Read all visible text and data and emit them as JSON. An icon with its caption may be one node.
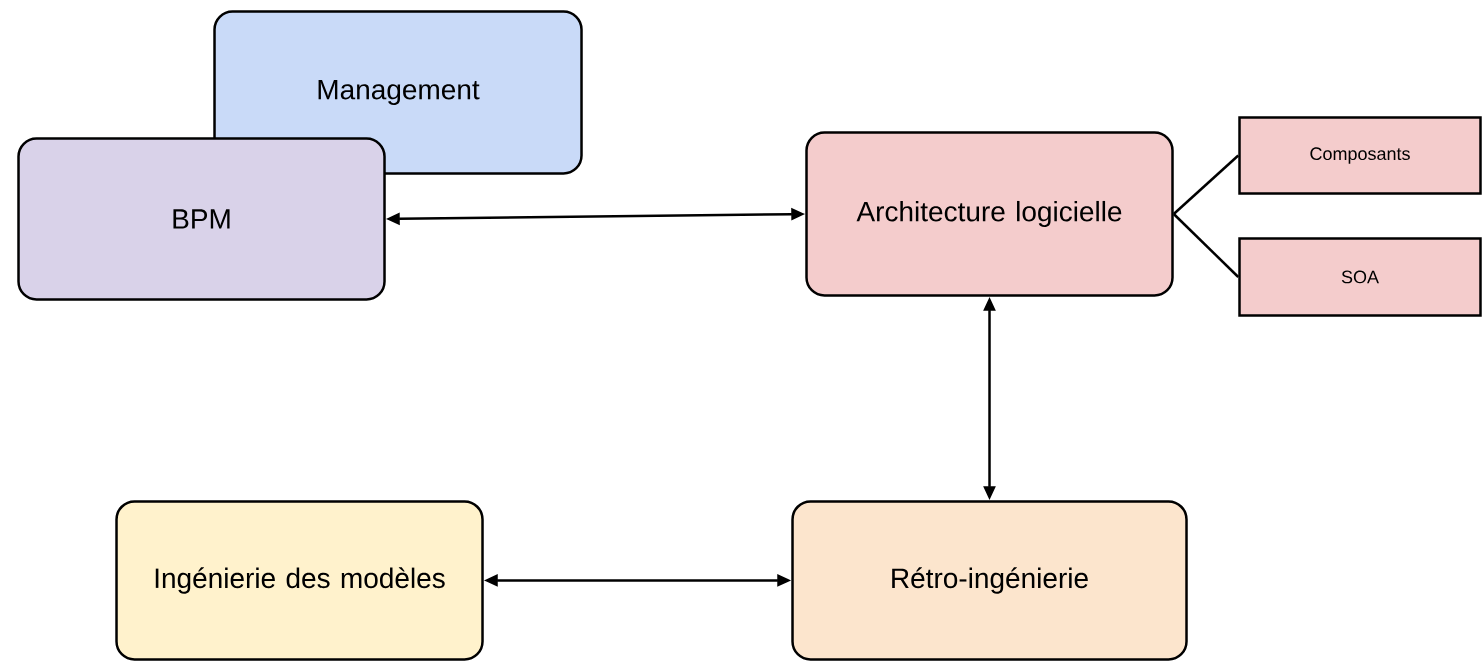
{
  "diagram": {
    "nodes": [
      {
        "text": [
          "Management"
        ]
      },
      {
        "text": [
          "BPM"
        ]
      },
      {
        "text": [
          "Architecture logicielle"
        ]
      },
      {
        "text": [
          "Composants"
        ]
      },
      {
        "text": [
          "SOA"
        ]
      },
      {
        "text": [
          "Ingénierie des modèles"
        ]
      },
      {
        "text": [
          "Rétro-ingénierie"
        ]
      }
    ],
    "edges": [
      {
        "from": 1,
        "to": 2,
        "arrow": "both"
      },
      {
        "from": 2,
        "to": 3,
        "arrow": "none"
      },
      {
        "from": 2,
        "to": 4,
        "arrow": "none"
      },
      {
        "from": 2,
        "to": 6,
        "arrow": "both"
      },
      {
        "from": 5,
        "to": 6,
        "arrow": "both"
      }
    ]
  }
}
